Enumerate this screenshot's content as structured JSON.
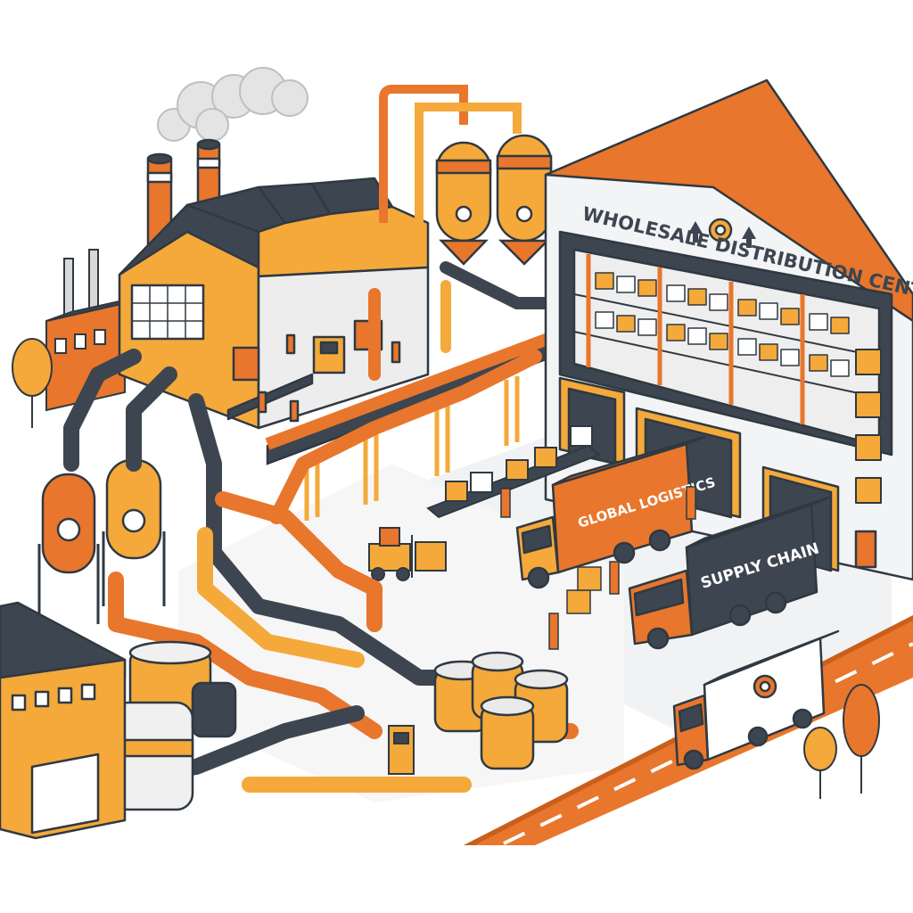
{
  "warehouse": {
    "sign_text": "WHOLESALE DISTRIBUTION CENTER"
  },
  "trucks": {
    "truck1_text": "GLOBAL LOGISTICS",
    "truck2_text": "SUPPLY CHAIN"
  },
  "colors": {
    "orange": "#e8762c",
    "amber": "#f4a93a",
    "charcoal": "#3d4650",
    "grey_light": "#e9eaeb",
    "white": "#ffffff"
  },
  "icons": [
    "gear-icon",
    "arrow-up-icon",
    "box-icon",
    "cone-icon",
    "factory-icon",
    "truck-icon",
    "pipe-icon",
    "tree-icon",
    "forklift-icon"
  ]
}
